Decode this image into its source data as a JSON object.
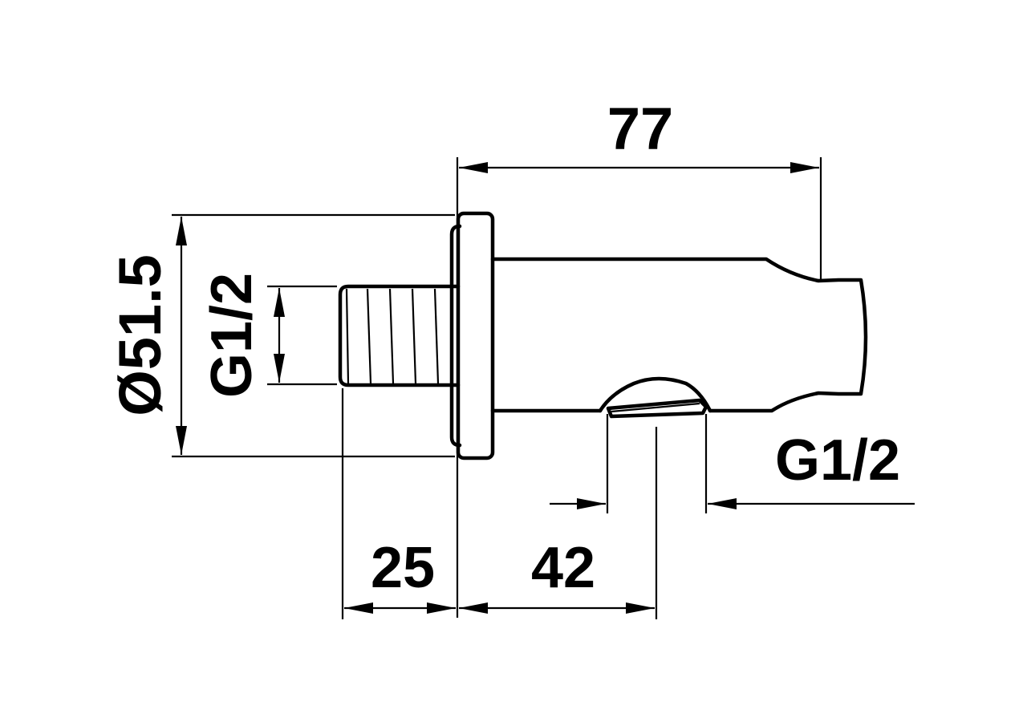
{
  "drawing": {
    "dimensions": {
      "overall_length": "77",
      "flange_diameter": "Ø51.5",
      "inlet_thread": "G1/2",
      "outlet_thread": "G1/2",
      "thread_length": "25",
      "outlet_offset": "42"
    },
    "colors": {
      "line": "#000000",
      "background": "#ffffff"
    }
  }
}
